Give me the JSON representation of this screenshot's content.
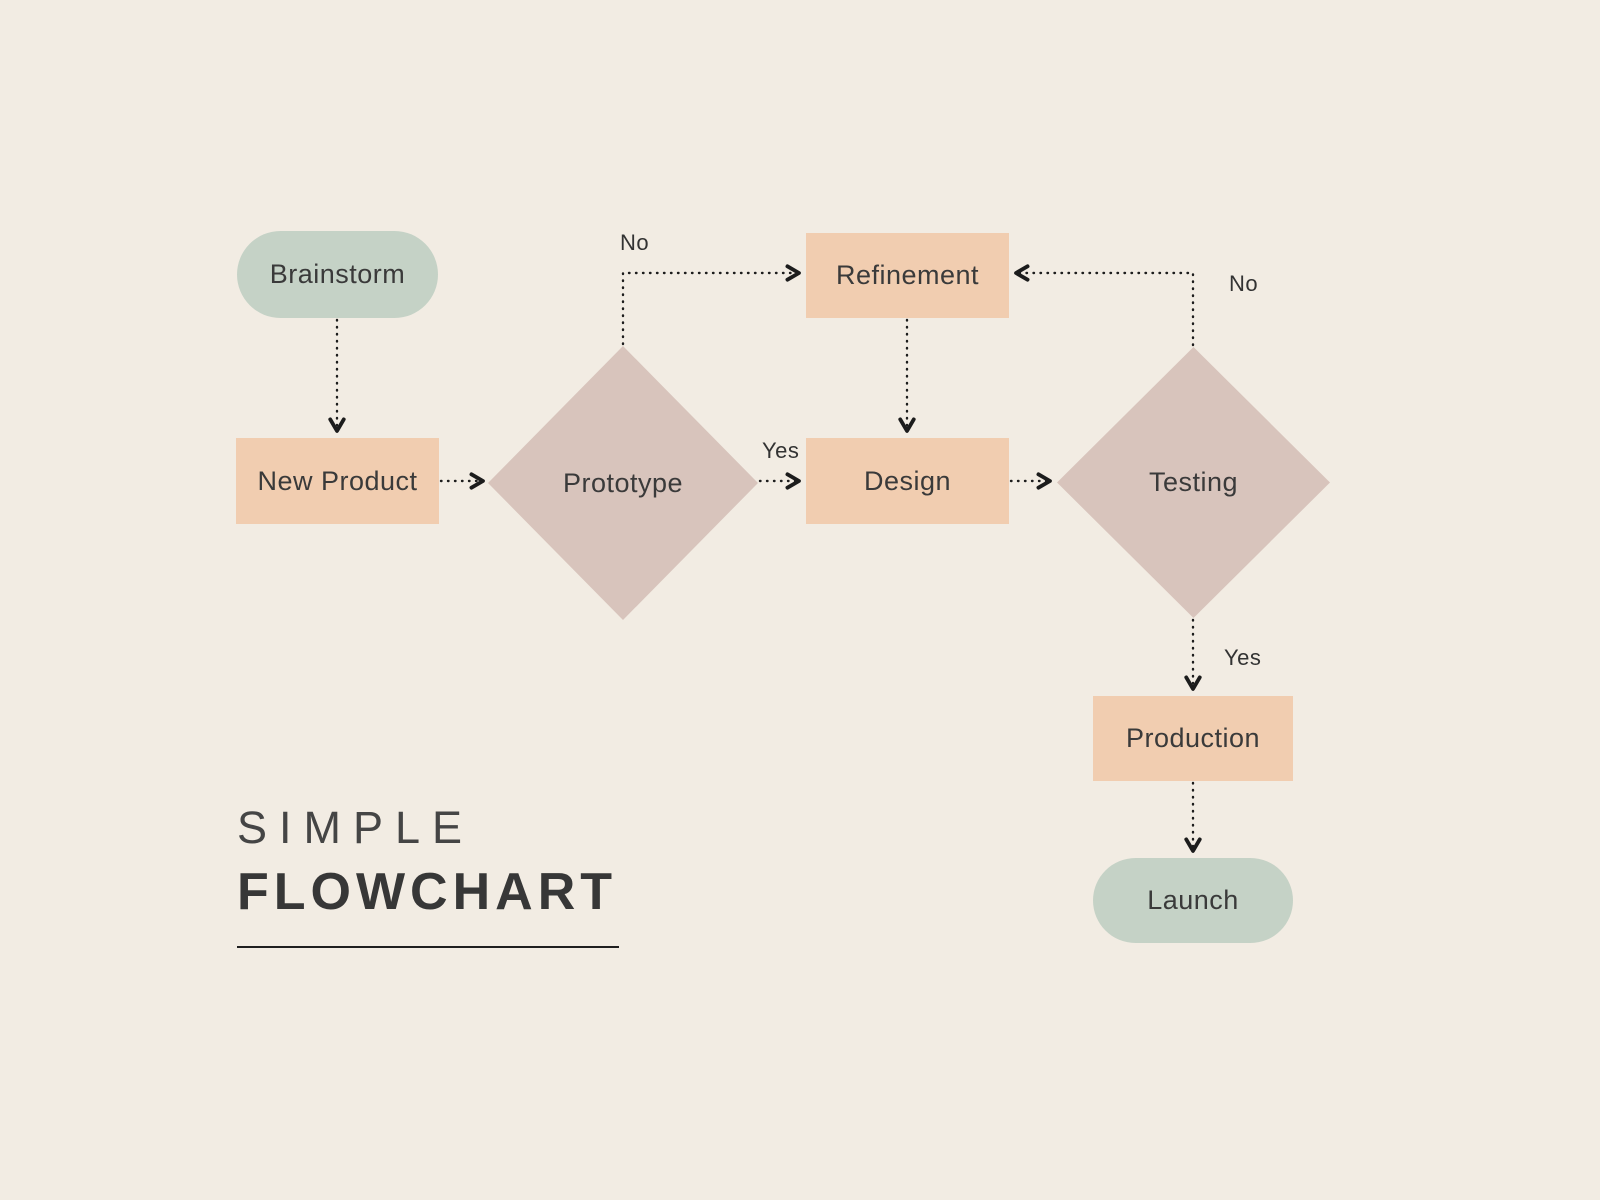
{
  "title": {
    "line1": "SIMPLE",
    "line2": "FLOWCHART"
  },
  "nodes": {
    "brainstorm": {
      "label": "Brainstorm",
      "type": "pill"
    },
    "new_product": {
      "label": "New Product",
      "type": "rect"
    },
    "prototype": {
      "label": "Prototype",
      "type": "diamond"
    },
    "refinement": {
      "label": "Refinement",
      "type": "rect"
    },
    "design": {
      "label": "Design",
      "type": "rect"
    },
    "testing": {
      "label": "Testing",
      "type": "diamond"
    },
    "production": {
      "label": "Production",
      "type": "rect"
    },
    "launch": {
      "label": "Launch",
      "type": "pill"
    }
  },
  "edge_labels": {
    "prototype_no": "No",
    "prototype_yes": "Yes",
    "testing_no": "No",
    "testing_yes": "Yes"
  },
  "colors": {
    "background": "#f2ece3",
    "pill": "#c5d2c6",
    "rect": "#f1cdb0",
    "diamond": "#d8c4bc",
    "text": "#3a3a3a",
    "line": "#1c1c1c"
  }
}
